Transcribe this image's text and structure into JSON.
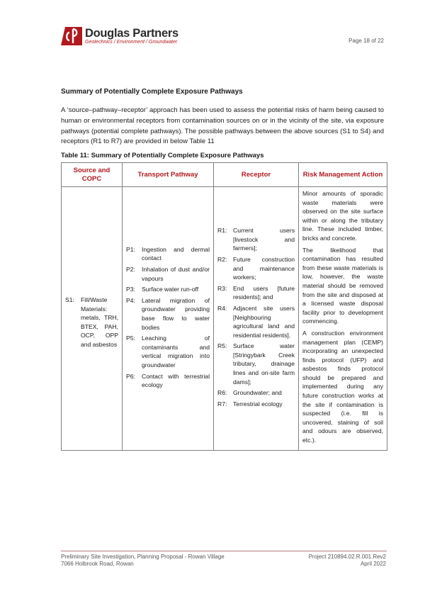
{
  "header": {
    "logo_name": "Douglas Partners",
    "logo_tagline": "Geotechnics  /  Environment  /  Groundwater",
    "page_number": "Page 18 of 22"
  },
  "section": {
    "title": "Summary of Potentially Complete Exposure Pathways",
    "paragraph": "A ‘source–pathway–receptor’ approach has been used to assess the potential risks of harm being caused to human or environmental receptors from contamination sources on or in the vicinity of the site, via exposure pathways (potential complete pathways).  The possible pathways between the above sources (S1 to S4) and receptors (R1 to R7) are provided in below Table 11"
  },
  "table": {
    "caption": "Table 11:  Summary of Potentially Complete Exposure Pathways",
    "headers": {
      "source": "Source and COPC",
      "pathway": "Transport Pathway",
      "receptor": "Receptor",
      "risk": "Risk Management Action"
    },
    "source": {
      "code": "S1:",
      "text": "Fill/Waste Materials: metals, TRH, BTEX, PAH, OCP, OPP and asbestos"
    },
    "pathways": [
      {
        "code": "P1:",
        "text": "Ingestion and dermal contact"
      },
      {
        "code": "P2:",
        "text": "Inhalation of dust and/or vapours"
      },
      {
        "code": "P3:",
        "text": "Surface water run-off"
      },
      {
        "code": "P4:",
        "text": "Lateral migration of groundwater providing base flow to water bodies"
      },
      {
        "code": "P5:",
        "text": "Leaching of contaminants and vertical migration into groundwater"
      },
      {
        "code": "P6:",
        "text": "Contact with terrestrial ecology"
      }
    ],
    "receptors": [
      {
        "code": "R1:",
        "text": "Current users [livestock and farmers];"
      },
      {
        "code": "R2:",
        "text": "Future construction and maintenance workers;"
      },
      {
        "code": "R3:",
        "text": "End users [future residents]; and"
      },
      {
        "code": "R4:",
        "text": "Adjacent site users [Neighbouring agricultural land and residential residents]."
      },
      {
        "code": "R5:",
        "text": "Surface water [Stringybark Creek tributary, drainage lines and on-site farm dams];"
      },
      {
        "code": "R6:",
        "text": "Groundwater; and"
      },
      {
        "code": "R7:",
        "text": "Terrestrial ecology"
      }
    ],
    "risk_paragraphs": [
      "Minor amounts of sporadic waste materials were observed on the site surface within or along the tributary line. These included timber, bricks and concrete.",
      "The likelihood that contamination has resulted from these waste materials is low, however, the waste material should be removed from the site and disposed at a licensed waste disposal facility prior to development commencing.",
      "A construction environment management plan (CEMP) incorporating an unexpected finds protocol (UFP) and asbestos finds protocol should be prepared and implemented during any future construction works at the site if contamination is suspected (i.e. fill is uncovered, staining of soil and odours are observed, etc.)."
    ]
  },
  "footer": {
    "left_line1": "Preliminary Site Investigation, Planning Proposal - Rowan Village",
    "left_line2": "7066 Holbrook Road, Rowan",
    "right_line1": "Project 210894.02.R.001.Rev2",
    "right_line2": "April 2022"
  },
  "colors": {
    "brand_red": "#b0191e",
    "text": "#1a1a1a",
    "border": "#7f7f7f"
  }
}
